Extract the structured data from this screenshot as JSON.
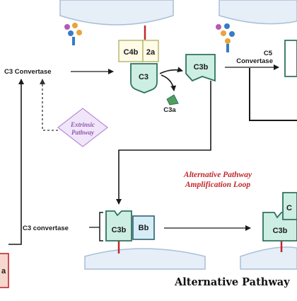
{
  "labels": {
    "c3_convertase_top": "C3 Convertase",
    "c3_convertase_bottom": "C3 convertase",
    "c5_line1": "C5",
    "c5_line2": "Convertase",
    "c4b": "C4b",
    "two_a": "2a",
    "c3": "C3",
    "c3b_top": "C3b",
    "c3a": "C3a",
    "extrinsic_line1": "Extrinsic",
    "extrinsic_line2": "Pathway",
    "amp_line1": "Alternative Pathway",
    "amp_line2": "Amplification Loop",
    "c3b_bottom": "C3b",
    "bb": "Bb",
    "c3b_right": "C3b",
    "c_right_partial": "C",
    "a_partial": "a",
    "footer_title": "Alternative Pathway"
  },
  "colors": {
    "box_fill": "#cdeee2",
    "box_stroke": "#2e7261",
    "c4b_fill": "#fffbe6",
    "c4b_stroke": "#b7ba73",
    "bb_fill": "#d6edf6",
    "bb_stroke": "#3f6f80",
    "membrane": "#e6eef7",
    "membrane_line": "#a9bfd8",
    "receptor": "#c0282c",
    "diamond": "#f1e6f9",
    "diamond_stroke": "#b58bd6",
    "c3a_fill": "#4f9e5d",
    "partial_box": "#f6d8cf"
  },
  "icons": [
    "glycan-antigen-icon",
    "receptor-stalk-icon",
    "arrow-icon"
  ]
}
